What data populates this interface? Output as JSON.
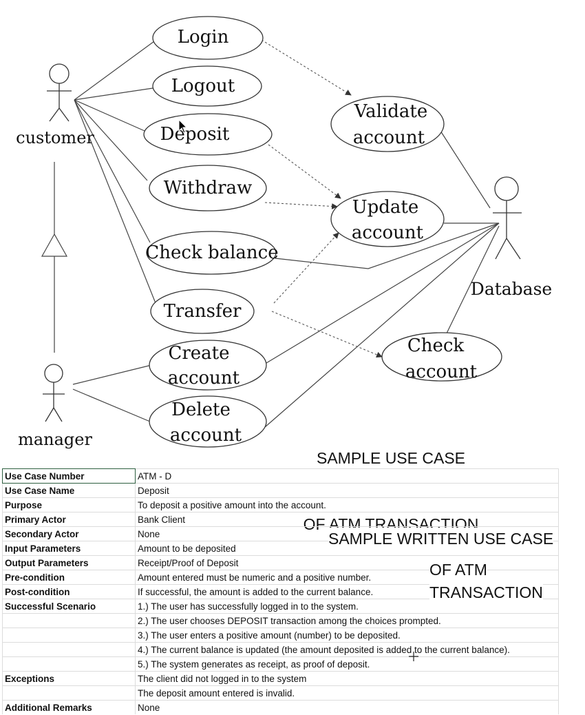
{
  "diagram": {
    "actors": {
      "customer": "customer",
      "manager": "manager",
      "database": "Database"
    },
    "use_cases": {
      "login": "Login",
      "logout": "Logout",
      "deposit": "Deposit",
      "withdraw": "Withdraw",
      "check_balance": "Check balance",
      "transfer": "Transfer",
      "create_account": [
        "Create",
        "account"
      ],
      "delete_account": [
        "Delete",
        "account"
      ],
      "validate_account": [
        "Validate",
        "account"
      ],
      "update_account": [
        "Update",
        "account"
      ],
      "check_account": [
        "Check",
        "account"
      ]
    }
  },
  "captions": {
    "use_case": [
      "SAMPLE USE CASE",
      "OF ATM TRANSACTION"
    ],
    "written": {
      "line1": "SAMPLE WRITTEN USE CASE",
      "line2": "OF ATM",
      "line3": "TRANSACTION"
    }
  },
  "table": {
    "rows": [
      {
        "label": "Use Case Number",
        "value": "ATM - D"
      },
      {
        "label": "Use Case Name",
        "value": "Deposit"
      },
      {
        "label": "Purpose",
        "value": "To deposit a positive amount into the account."
      },
      {
        "label": "Primary Actor",
        "value": "Bank Client"
      },
      {
        "label": "Secondary Actor",
        "value": "None"
      },
      {
        "label": "Input Parameters",
        "value": "Amount to be deposited"
      },
      {
        "label": "Output Parameters",
        "value": "Receipt/Proof of Deposit"
      },
      {
        "label": "Pre-condition",
        "value": "Amount entered must be numeric and a positive number."
      },
      {
        "label": "Post-condition",
        "value": "If successful, the amount is added to the current balance."
      },
      {
        "label": "Successful Scenario",
        "value": "1.) The user has successfully logged in to the system."
      },
      {
        "label": "",
        "value": "2.) The user chooses DEPOSIT transaction among the choices prompted."
      },
      {
        "label": "",
        "value": "3.) The user enters a positive amount (number) to be deposited."
      },
      {
        "label": "",
        "value": "4.) The current balance is updated (the amount deposited is added to the current balance)."
      },
      {
        "label": "",
        "value": "5.) The system generates as receipt, as proof of deposit."
      },
      {
        "label": "Exceptions",
        "value": "The client did not logged in to the system"
      },
      {
        "label": "",
        "value": "The deposit amount entered is invalid."
      },
      {
        "label": "Additional Remarks",
        "value": "None"
      }
    ]
  }
}
